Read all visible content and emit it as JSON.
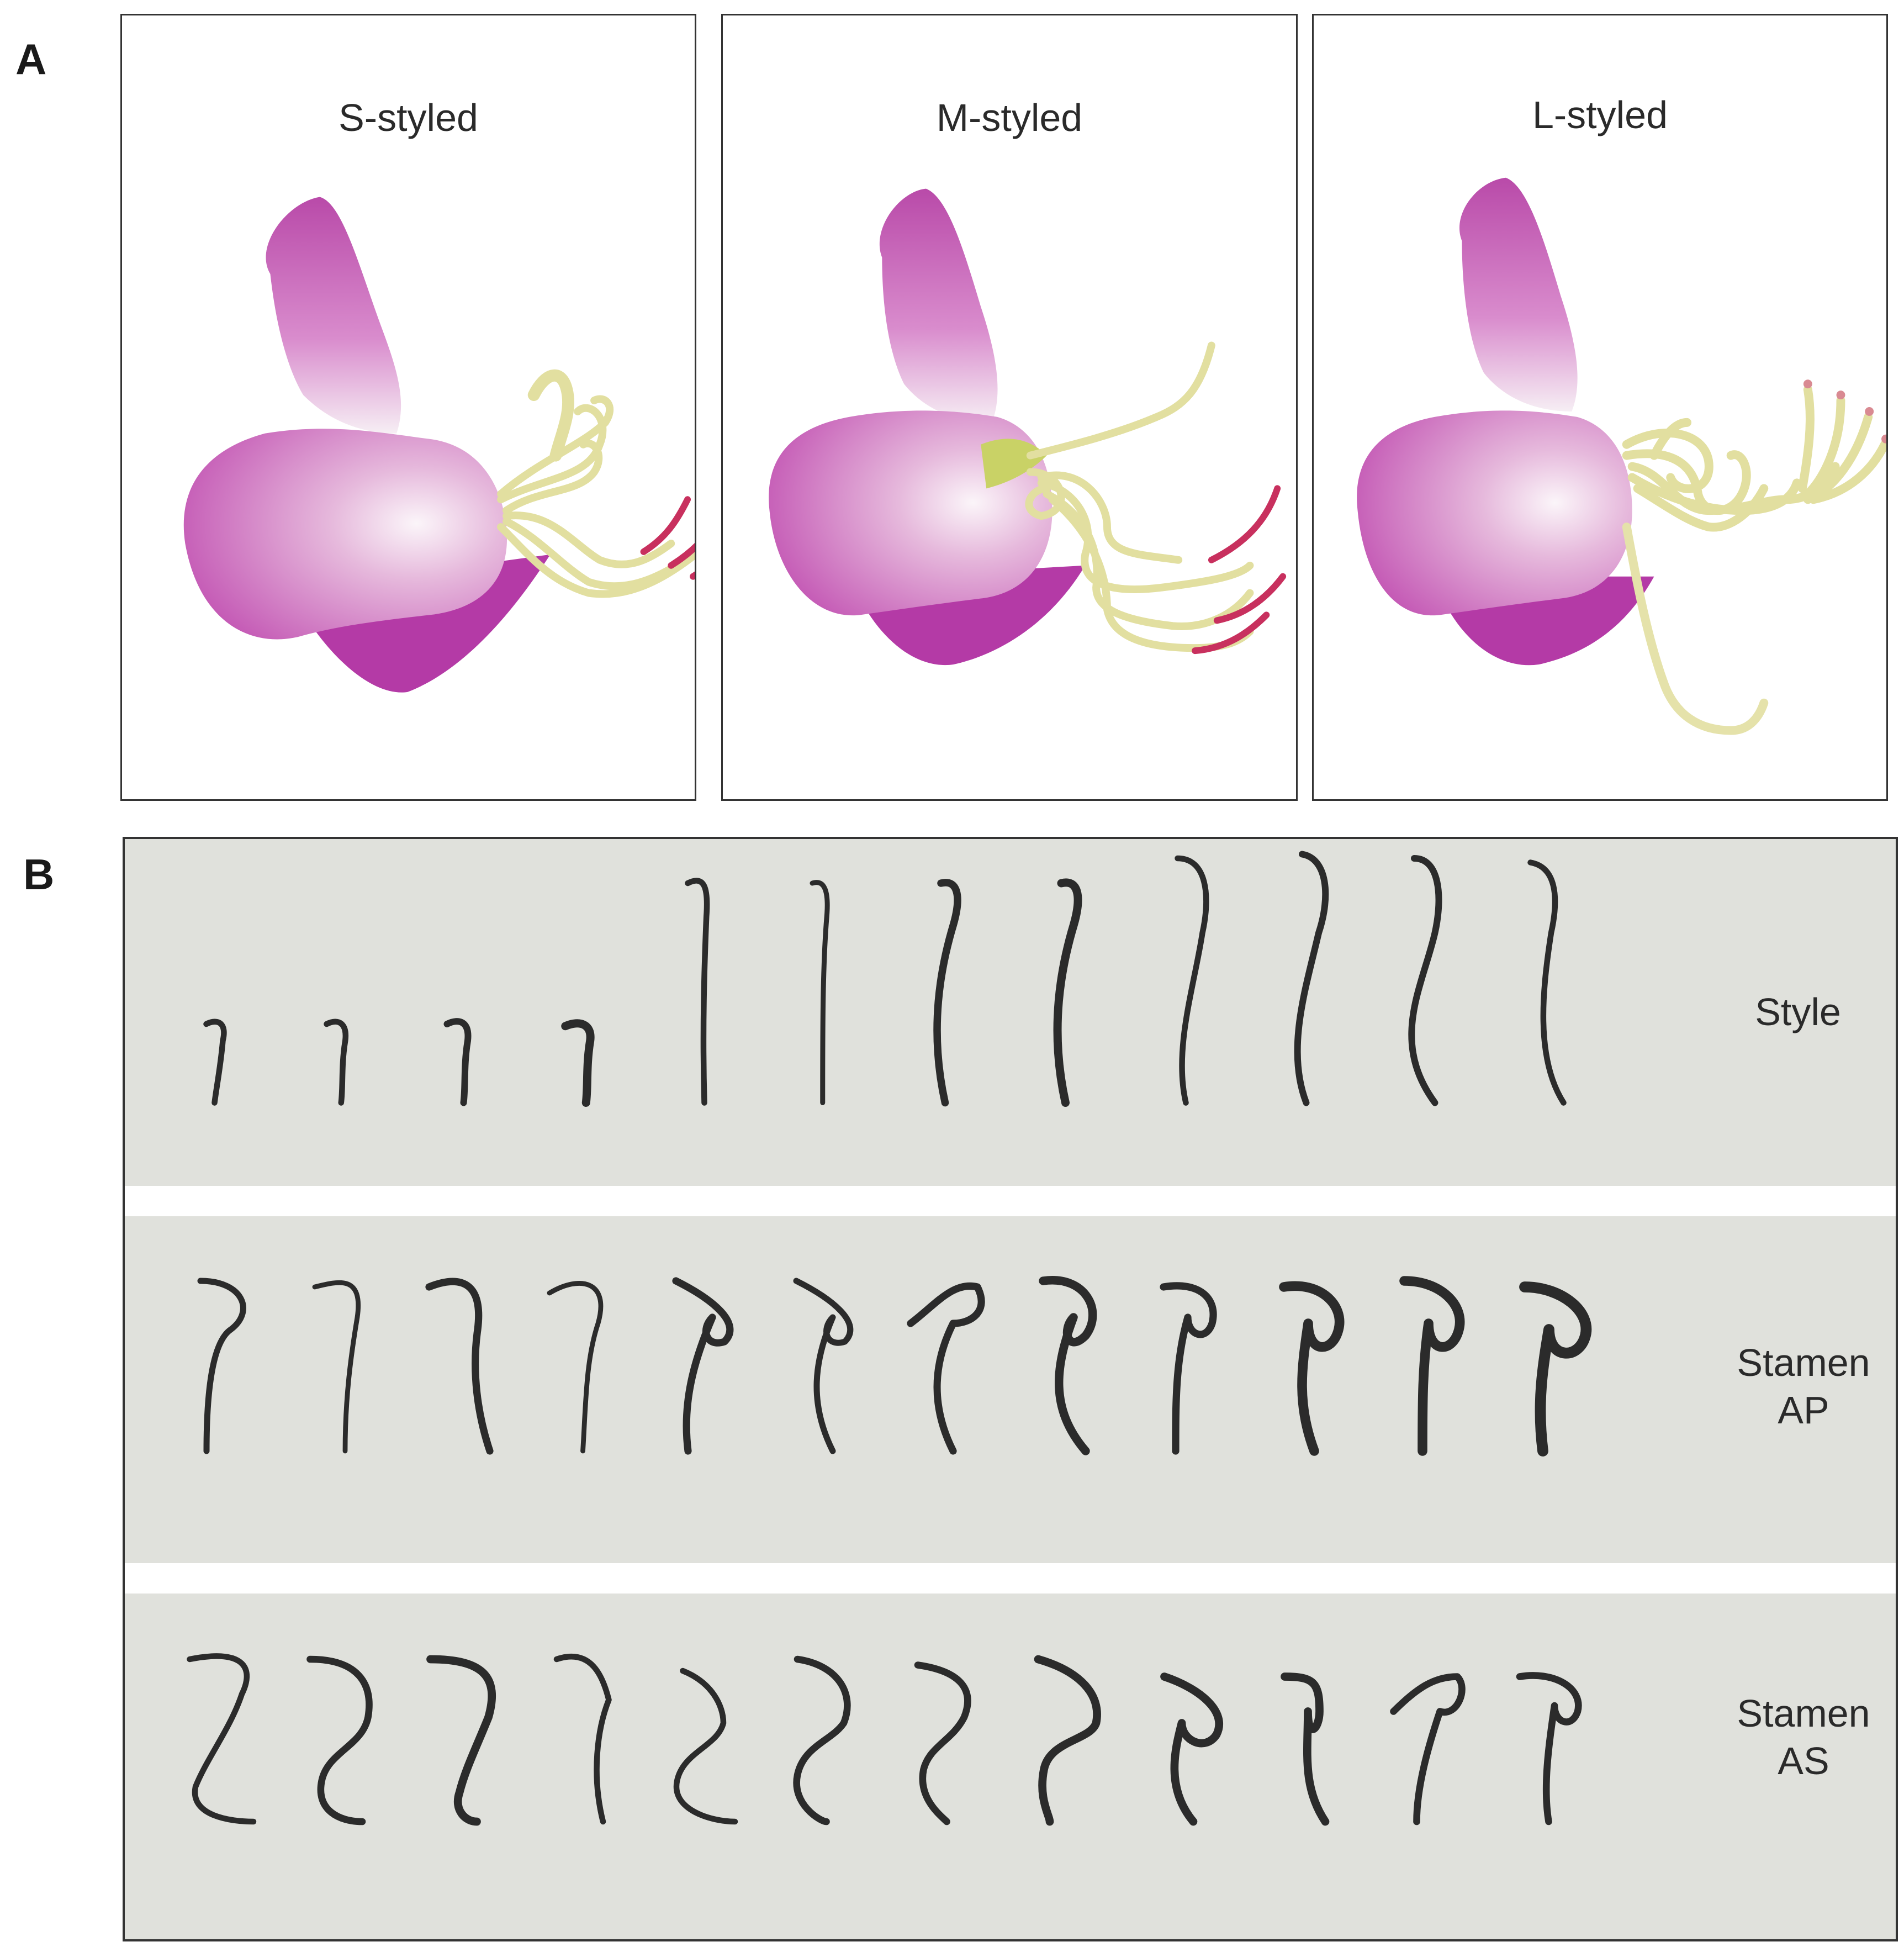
{
  "panel_a": {
    "letter": "A",
    "flowers": [
      {
        "title": "S-styled",
        "morph": "short"
      },
      {
        "title": "M-styled",
        "morph": "mid"
      },
      {
        "title": "L-styled",
        "morph": "long"
      }
    ],
    "colors": {
      "petal": "#c75ab8",
      "petal_light": "#f4e8f1",
      "filament": "#e3e0a2",
      "anther": "#c8305e"
    }
  },
  "panel_b": {
    "letter": "B",
    "rows": [
      {
        "label_lines": [
          "Style"
        ],
        "icon": "style-silhouette",
        "count": 12
      },
      {
        "label_lines": [
          "Stamen",
          "AP"
        ],
        "icon": "stamen-ap-silhouette",
        "count": 12
      },
      {
        "label_lines": [
          "Stamen",
          "AS"
        ],
        "icon": "stamen-as-silhouette",
        "count": 12
      }
    ],
    "colors": {
      "band": "#e0e1dc",
      "silhouette": "#2b2b2b"
    }
  }
}
